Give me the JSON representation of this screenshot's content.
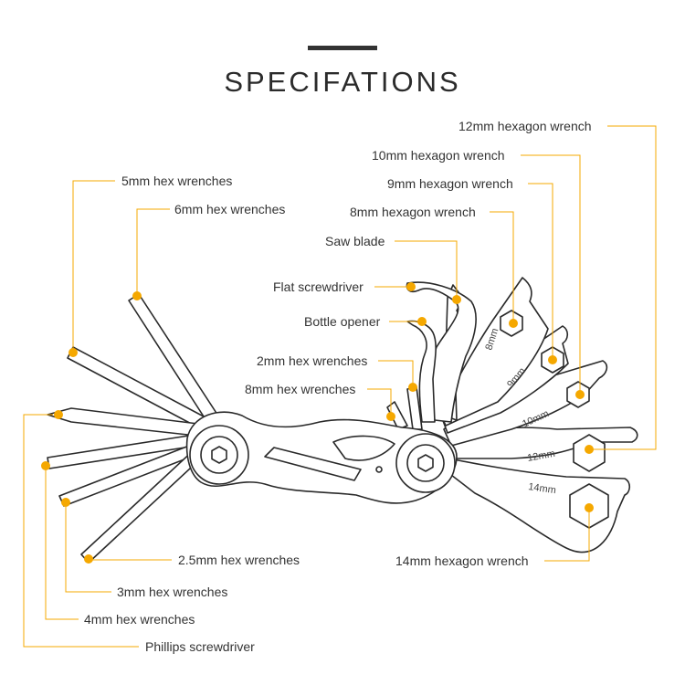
{
  "title": "SPECIFATIONS",
  "accent_color": "#f5a800",
  "labels": {
    "hex12": "12mm hexagon wrench",
    "hex10": "10mm hexagon wrench",
    "hex9": "9mm hexagon wrench",
    "hex8": "8mm hexagon wrench",
    "saw": "Saw blade",
    "flat": "Flat screwdriver",
    "bottle": "Bottle opener",
    "hex2": "2mm hex wrenches",
    "hex8w": "8mm hex wrenches",
    "hex5": "5mm hex wrenches",
    "hex6": "6mm hex wrenches",
    "hex25": "2.5mm hex wrenches",
    "hex3": "3mm hex wrenches",
    "hex4": "4mm hex wrenches",
    "phillips": "Phillips screwdriver",
    "hex14": "14mm hexagon wrench"
  },
  "engravings": {
    "e8": "8mm",
    "e9": "9mm",
    "e10": "10mm",
    "e12": "12mm",
    "e14": "14mm"
  }
}
